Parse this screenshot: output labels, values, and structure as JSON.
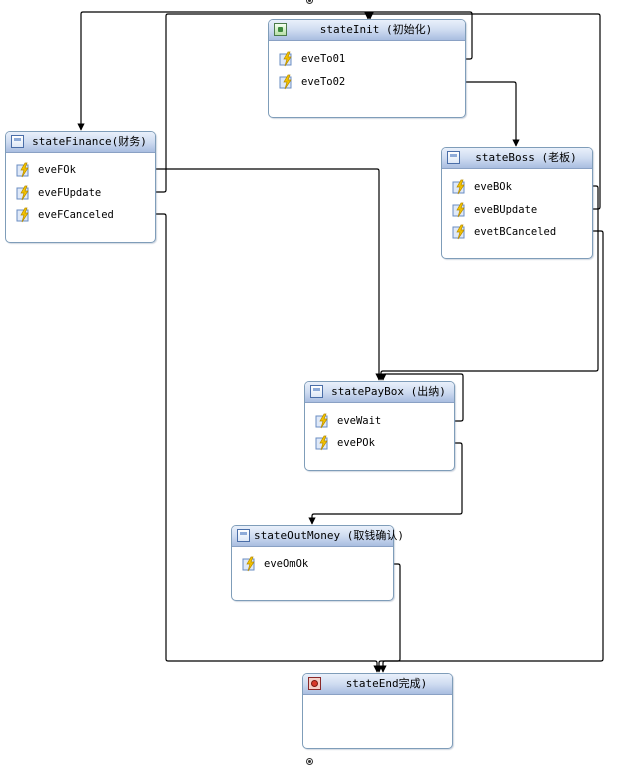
{
  "diagram": {
    "states": [
      {
        "id": "stateInit",
        "title": "stateInit (初始化)",
        "icon": "init-state-icon",
        "events": [
          "eveTo01",
          "eveTo02"
        ]
      },
      {
        "id": "stateFinance",
        "title": "stateFinance(财务)",
        "icon": "state-icon",
        "events": [
          "eveFOk",
          "eveFUpdate",
          "eveFCanceled"
        ]
      },
      {
        "id": "stateBoss",
        "title": "stateBoss (老板)",
        "icon": "state-icon",
        "events": [
          "eveBOk",
          "eveBUpdate",
          "evetBCanceled"
        ]
      },
      {
        "id": "statePayBox",
        "title": "statePayBox (出纳)",
        "icon": "state-icon",
        "events": [
          "eveWait",
          "evePOk"
        ]
      },
      {
        "id": "stateOutMoney",
        "title": "stateOutMoney (取钱确认)",
        "icon": "state-icon",
        "events": [
          "eveOmOk"
        ]
      },
      {
        "id": "stateEnd",
        "title": "stateEnd完成)",
        "icon": "completed-state-icon",
        "events": []
      }
    ],
    "transitions": [
      {
        "from": "stateInit.eveTo01",
        "to": "stateFinance"
      },
      {
        "from": "stateInit.eveTo02",
        "to": "stateBoss"
      },
      {
        "from": "stateFinance.eveFOk",
        "to": "statePayBox"
      },
      {
        "from": "stateFinance.eveFUpdate",
        "to": "stateInit"
      },
      {
        "from": "stateFinance.eveFCanceled",
        "to": "stateEnd"
      },
      {
        "from": "stateBoss.eveBOk",
        "to": "statePayBox"
      },
      {
        "from": "stateBoss.eveBUpdate",
        "to": "stateInit"
      },
      {
        "from": "stateBoss.evetBCanceled",
        "to": "stateEnd"
      },
      {
        "from": "statePayBox.eveWait",
        "to": "statePayBox"
      },
      {
        "from": "statePayBox.evePOk",
        "to": "stateOutMoney"
      },
      {
        "from": "stateOutMoney.eveOmOk",
        "to": "stateEnd"
      }
    ],
    "colors": {
      "header_top": "#e9f0fb",
      "header_bottom": "#a9bde0",
      "border": "#7f9db9",
      "wire": "#000000"
    }
  }
}
